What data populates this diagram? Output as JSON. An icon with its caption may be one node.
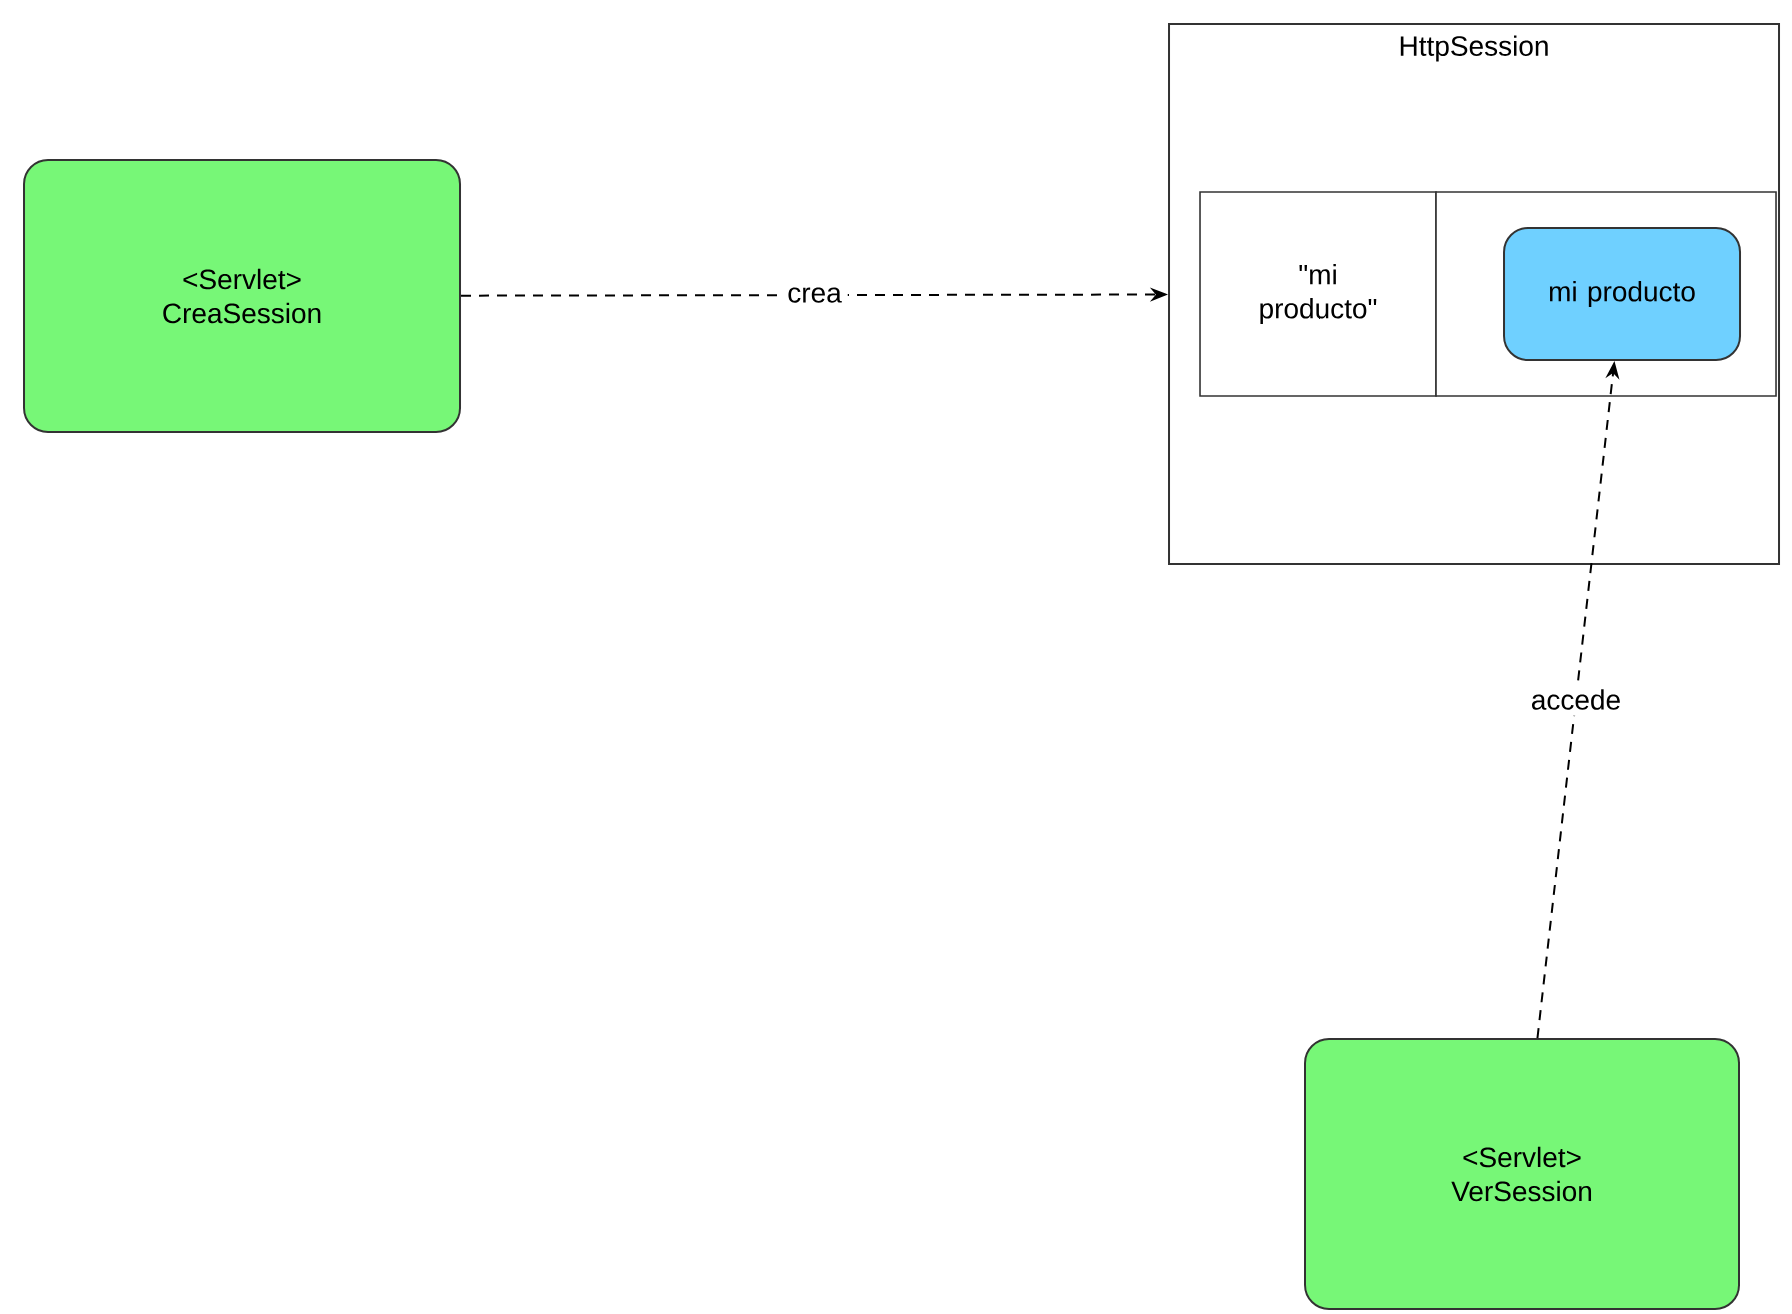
{
  "diagram": {
    "nodes": [
      {
        "text": [
          "<Servlet> CreaSession"
        ]
      },
      {
        "text": [
          "HttpSession"
        ]
      },
      {
        "text": [
          "\"mi producto\""
        ],
        "in": 1
      },
      {
        "text": [],
        "shape": "box",
        "in": 1
      },
      {
        "text": [
          "mi producto"
        ],
        "in": 3
      },
      {
        "text": [
          "<Servlet> VerSession"
        ]
      }
    ],
    "edges": [
      {
        "from": 0,
        "to": 1,
        "arrow": "to",
        "label": "crea",
        "style": "dashed"
      },
      {
        "from": 5,
        "to": 4,
        "arrow": "to",
        "label": "accede",
        "style": "dashed"
      }
    ]
  }
}
